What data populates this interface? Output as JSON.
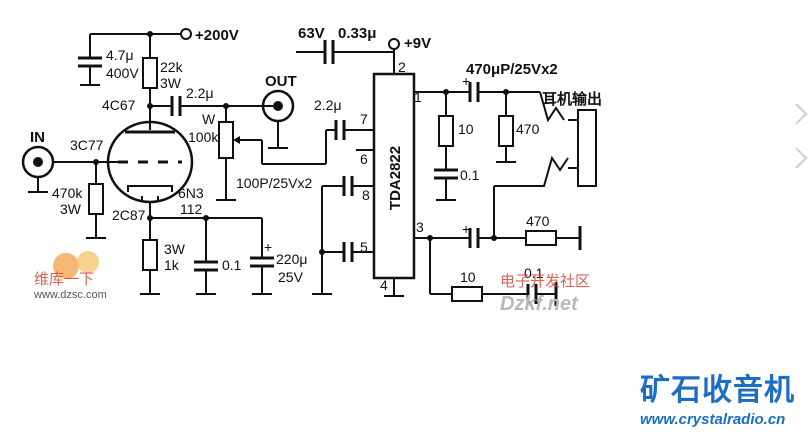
{
  "labels": {
    "v200": "+200V",
    "cap_4u7": "4.7μ",
    "cap_4u7_v": "400V",
    "r22k": "22k",
    "r22k_w": "3W",
    "tube_top": "4C67",
    "cap_2u2a": "2.2μ",
    "out": "OUT",
    "pot_w": "W",
    "pot_val": "100k",
    "in": "IN",
    "tube_grid": "3C77",
    "r470k": "470k",
    "r470k_w": "3W",
    "tube_name": "6N3",
    "tube_num": "112",
    "tube_bot": "2C87",
    "r1k_w": "3W",
    "r1k": "1k",
    "cap_01a": "0.1",
    "cap_220u": "220μ",
    "cap_220u_v": "25V",
    "v63": "63V",
    "cap_033": "0.33μ",
    "v9": "+9V",
    "cap_2u2b": "2.2μ",
    "cap_100p": "100P/25Vx2",
    "ic": "TDA2822",
    "pin1": "1",
    "pin2": "2",
    "pin3": "3",
    "pin4": "4",
    "pin5": "5",
    "pin6": "6",
    "pin7": "7",
    "pin8": "8",
    "cap_470u": "470μP/25Vx2",
    "r10a": "10",
    "cap_01b": "0.1",
    "r470a": "470",
    "headphone": "耳机输出",
    "r470b": "470",
    "r10b": "10",
    "cap_01c": "0.1",
    "plus": "+"
  },
  "watermarks": {
    "dzsc_cn": "维库一下",
    "dzsc_url": "www.dzsc.com",
    "elecfans_cn": "电子开发社区",
    "elecfans_en": "Dzkf.net"
  },
  "brand": {
    "name": "矿石收音机",
    "url": "www.crystalradio.cn"
  },
  "colors": {
    "ink": "#111111",
    "brand": "#1b6ec2",
    "watermark_red": "#d24a3a"
  }
}
